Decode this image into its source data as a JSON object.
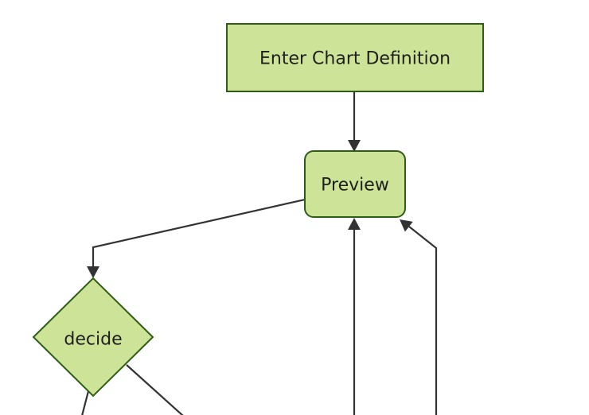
{
  "diagram": {
    "kind": "flowchart",
    "background_color": "#ffffff",
    "node_fill_color": "#cde498",
    "node_border_color": "#2f5d17",
    "edge_color": "#333333",
    "label_color": "#1f1f1f",
    "nodes": [
      {
        "id": "enter-chart-definition",
        "label": "Enter Chart Definition",
        "shape": "rectangle"
      },
      {
        "id": "preview",
        "label": "Preview",
        "shape": "rounded-rectangle"
      },
      {
        "id": "decide",
        "label": "decide",
        "shape": "diamond"
      }
    ],
    "edges": [
      {
        "from": "enter-chart-definition",
        "to": "preview",
        "arrowhead_visible": true
      },
      {
        "from": "preview",
        "to": "decide",
        "arrowhead_visible": true
      },
      {
        "from": "offscreen-bottom",
        "to": "preview",
        "arrowhead_visible": true
      },
      {
        "from": "offscreen-bottom-right",
        "to": "preview",
        "arrowhead_visible": true
      },
      {
        "from": "decide",
        "to": "offscreen-bottom-left",
        "arrowhead_visible": false
      },
      {
        "from": "decide",
        "to": "offscreen-bottom-right",
        "arrowhead_visible": false
      }
    ]
  }
}
